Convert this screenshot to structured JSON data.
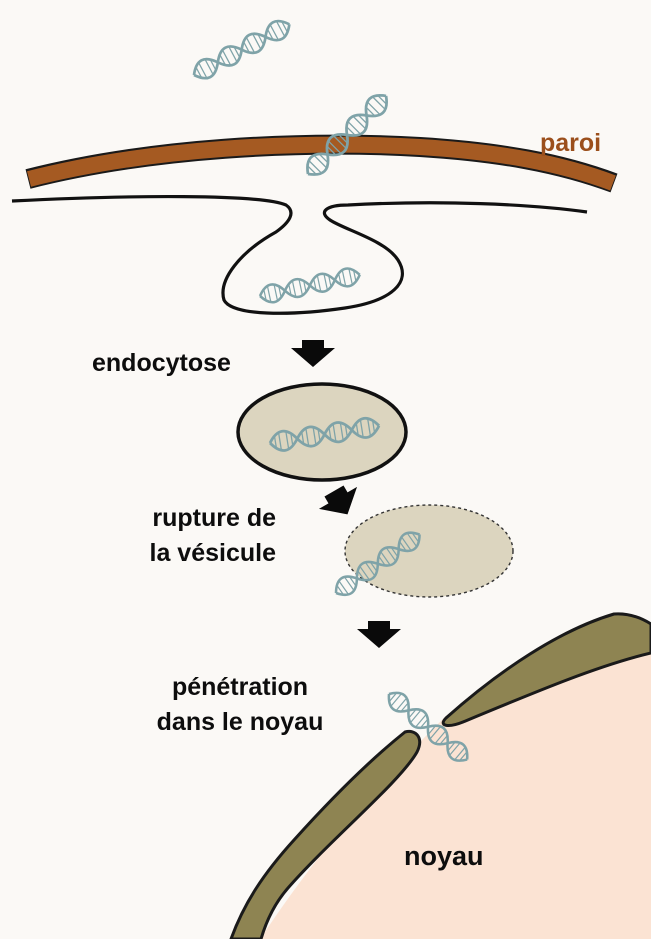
{
  "labels": {
    "wall": "paroi",
    "endocytosis": "endocytose",
    "rupture_line1": "rupture de",
    "rupture_line2": "la vésicule",
    "penetration_line1": "pénétration",
    "penetration_line2": "dans le noyau",
    "nucleus": "noyau"
  },
  "colors": {
    "background": "#fbf9f6",
    "wall": "#a55a22",
    "wall_label": "#9b4f1c",
    "membrane": "#111111",
    "vesicle_fill": "#dcd5bf",
    "nuclear_envelope": "#8e8452",
    "nucleus_fill": "#fbe3d3",
    "dna": "#7fa3a8",
    "arrow": "#0a0a0a"
  },
  "icons": [
    "dna-helix-icon",
    "arrow-down-icon"
  ]
}
